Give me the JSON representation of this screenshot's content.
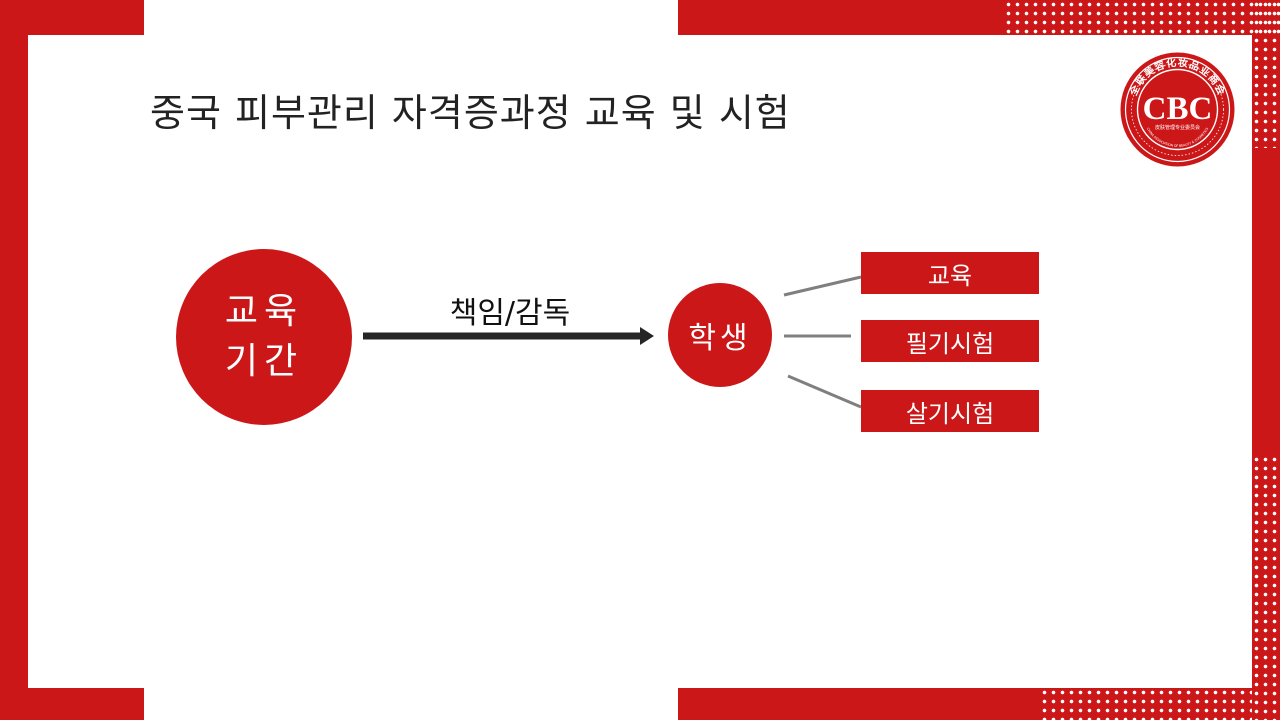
{
  "title": "중국 피부관리 자격증과정 교육 및 시험",
  "colors": {
    "accent": "#cc1719",
    "connector": "#7f7f7f",
    "arrow": "#262626",
    "text": "#222222"
  },
  "logo": {
    "letters": "CBC",
    "ring_text_top": "全联美容化妆品业商会",
    "ring_text_bottom": "皮肤管理专业委员会",
    "ring_text_en": "CHINA ASSOCIATION OF BEAUTY & COSMETICS"
  },
  "diagram": {
    "source_line1": "교육",
    "source_line2": "기간",
    "arrow_label": "책임/감독",
    "target": "학생",
    "items": [
      "교육",
      "필기시험",
      "살기시험"
    ]
  }
}
